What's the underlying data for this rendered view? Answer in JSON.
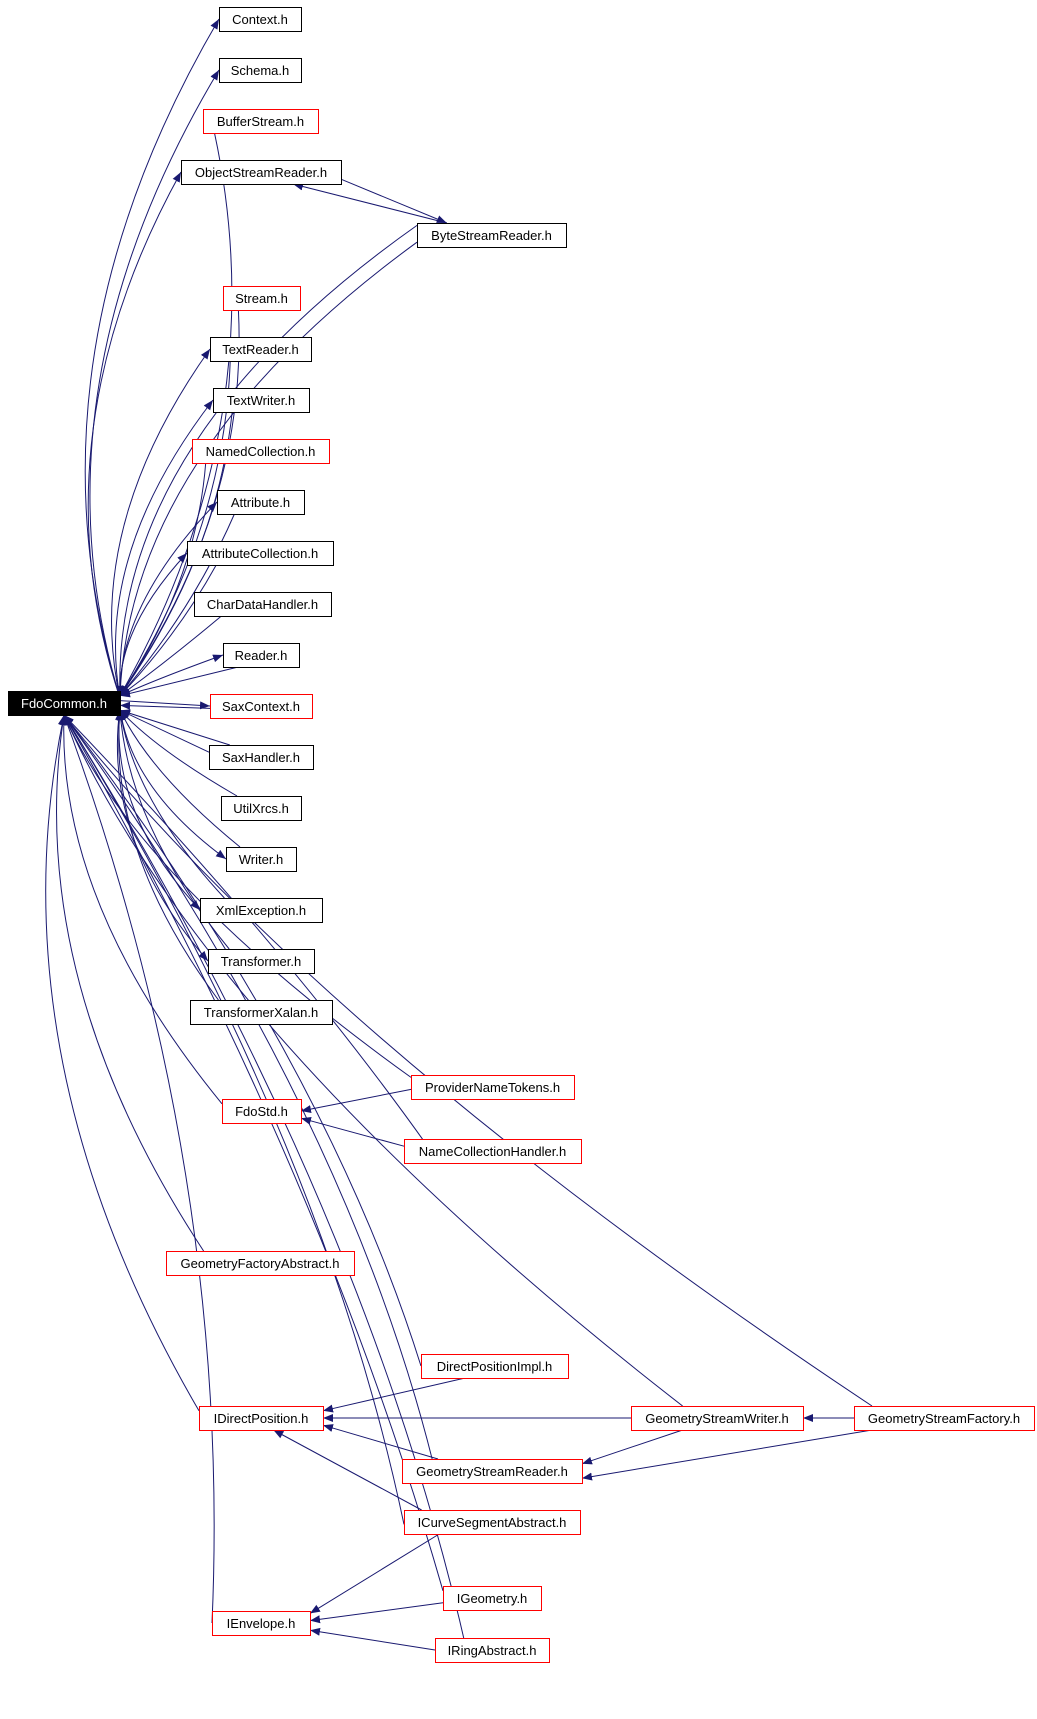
{
  "edge_color": "#191970",
  "border_colors": {
    "black": "#000000",
    "red": "#ff0000"
  },
  "nodes": [
    {
      "id": "fdocommon",
      "label": "FdoCommon.h",
      "style": "root"
    },
    {
      "id": "context",
      "label": "Context.h",
      "style": "black"
    },
    {
      "id": "schema",
      "label": "Schema.h",
      "style": "black"
    },
    {
      "id": "bufferstream",
      "label": "BufferStream.h",
      "style": "red"
    },
    {
      "id": "objectstreamreader",
      "label": "ObjectStreamReader.h",
      "style": "black"
    },
    {
      "id": "bytestreamreader",
      "label": "ByteStreamReader.h",
      "style": "black"
    },
    {
      "id": "stream",
      "label": "Stream.h",
      "style": "red"
    },
    {
      "id": "textreader",
      "label": "TextReader.h",
      "style": "black"
    },
    {
      "id": "textwriter",
      "label": "TextWriter.h",
      "style": "black"
    },
    {
      "id": "namedcollection",
      "label": "NamedCollection.h",
      "style": "red"
    },
    {
      "id": "attribute",
      "label": "Attribute.h",
      "style": "black"
    },
    {
      "id": "attributecollection",
      "label": "AttributeCollection.h",
      "style": "black"
    },
    {
      "id": "chardatahandler",
      "label": "CharDataHandler.h",
      "style": "black"
    },
    {
      "id": "reader",
      "label": "Reader.h",
      "style": "black"
    },
    {
      "id": "saxcontext",
      "label": "SaxContext.h",
      "style": "red"
    },
    {
      "id": "saxhandler",
      "label": "SaxHandler.h",
      "style": "black"
    },
    {
      "id": "utilxrcs",
      "label": "UtilXrcs.h",
      "style": "black"
    },
    {
      "id": "writer",
      "label": "Writer.h",
      "style": "black"
    },
    {
      "id": "xmlexception",
      "label": "XmlException.h",
      "style": "black"
    },
    {
      "id": "transformer",
      "label": "Transformer.h",
      "style": "black"
    },
    {
      "id": "transformerxalan",
      "label": "TransformerXalan.h",
      "style": "black"
    },
    {
      "id": "providernametokens",
      "label": "ProviderNameTokens.h",
      "style": "red"
    },
    {
      "id": "fdostd",
      "label": "FdoStd.h",
      "style": "red"
    },
    {
      "id": "namecollectionhandler",
      "label": "NameCollectionHandler.h",
      "style": "red"
    },
    {
      "id": "geometryfactoryabstract",
      "label": "GeometryFactoryAbstract.h",
      "style": "red"
    },
    {
      "id": "directpositionimpl",
      "label": "DirectPositionImpl.h",
      "style": "red"
    },
    {
      "id": "idirectposition",
      "label": "IDirectPosition.h",
      "style": "red"
    },
    {
      "id": "geometrystreamwriter",
      "label": "GeometryStreamWriter.h",
      "style": "red"
    },
    {
      "id": "geometrystreamfactory",
      "label": "GeometryStreamFactory.h",
      "style": "red"
    },
    {
      "id": "geometrystreamreader",
      "label": "GeometryStreamReader.h",
      "style": "red"
    },
    {
      "id": "icurvesegmentabstract",
      "label": "ICurveSegmentAbstract.h",
      "style": "red"
    },
    {
      "id": "igeometry",
      "label": "IGeometry.h",
      "style": "red"
    },
    {
      "id": "ienvelope",
      "label": "IEnvelope.h",
      "style": "red"
    },
    {
      "id": "iringabstract",
      "label": "IRingAbstract.h",
      "style": "red"
    }
  ],
  "edges": [
    {
      "from": "fdocommon",
      "to": "context"
    },
    {
      "from": "fdocommon",
      "to": "schema"
    },
    {
      "from": "fdocommon",
      "to": "objectstreamreader"
    },
    {
      "from": "objectstreamreader",
      "to": "bytestreamreader"
    },
    {
      "from": "bytestreamreader",
      "to": "objectstreamreader"
    },
    {
      "from": "bytestreamreader",
      "to": "fdocommon"
    },
    {
      "from": "bytestreamreader",
      "to": "fdocommon"
    },
    {
      "from": "fdocommon",
      "to": "textreader"
    },
    {
      "from": "fdocommon",
      "to": "textwriter"
    },
    {
      "from": "fdocommon",
      "to": "attribute"
    },
    {
      "from": "fdocommon",
      "to": "attributecollection"
    },
    {
      "from": "fdocommon",
      "to": "reader"
    },
    {
      "from": "fdocommon",
      "to": "saxcontext"
    },
    {
      "from": "fdocommon",
      "to": "writer"
    },
    {
      "from": "fdocommon",
      "to": "xmlexception"
    },
    {
      "from": "fdocommon",
      "to": "transformer"
    },
    {
      "from": "bufferstream",
      "to": "fdocommon"
    },
    {
      "from": "stream",
      "to": "fdocommon"
    },
    {
      "from": "textreader",
      "to": "fdocommon"
    },
    {
      "from": "textwriter",
      "to": "fdocommon"
    },
    {
      "from": "namedcollection",
      "to": "fdocommon"
    },
    {
      "from": "attribute",
      "to": "fdocommon"
    },
    {
      "from": "attributecollection",
      "to": "fdocommon"
    },
    {
      "from": "chardatahandler",
      "to": "fdocommon"
    },
    {
      "from": "reader",
      "to": "fdocommon"
    },
    {
      "from": "saxcontext",
      "to": "fdocommon"
    },
    {
      "from": "saxhandler",
      "to": "fdocommon"
    },
    {
      "from": "saxhandler",
      "to": "fdocommon"
    },
    {
      "from": "utilxrcs",
      "to": "fdocommon"
    },
    {
      "from": "writer",
      "to": "fdocommon"
    },
    {
      "from": "xmlexception",
      "to": "fdocommon"
    },
    {
      "from": "transformer",
      "to": "fdocommon"
    },
    {
      "from": "transformerxalan",
      "to": "fdocommon"
    },
    {
      "from": "providernametokens",
      "to": "fdocommon"
    },
    {
      "from": "providernametokens",
      "to": "fdostd"
    },
    {
      "from": "fdostd",
      "to": "fdocommon"
    },
    {
      "from": "namecollectionhandler",
      "to": "fdostd"
    },
    {
      "from": "namecollectionhandler",
      "to": "fdocommon"
    },
    {
      "from": "geometryfactoryabstract",
      "to": "fdocommon"
    },
    {
      "from": "geometrystreamfactory",
      "to": "fdocommon"
    },
    {
      "from": "geometrystreamwriter",
      "to": "fdocommon"
    },
    {
      "from": "directpositionimpl",
      "to": "fdocommon"
    },
    {
      "from": "directpositionimpl",
      "to": "idirectposition"
    },
    {
      "from": "idirectposition",
      "to": "fdocommon"
    },
    {
      "from": "geometrystreamwriter",
      "to": "idirectposition"
    },
    {
      "from": "geometrystreamfactory",
      "to": "geometrystreamwriter"
    },
    {
      "from": "geometrystreamwriter",
      "to": "geometrystreamreader"
    },
    {
      "from": "geometrystreamfactory",
      "to": "geometrystreamreader"
    },
    {
      "from": "geometrystreamreader",
      "to": "idirectposition"
    },
    {
      "from": "geometrystreamreader",
      "to": "fdocommon"
    },
    {
      "from": "icurvesegmentabstract",
      "to": "idirectposition"
    },
    {
      "from": "icurvesegmentabstract",
      "to": "fdocommon"
    },
    {
      "from": "icurvesegmentabstract",
      "to": "ienvelope"
    },
    {
      "from": "igeometry",
      "to": "fdocommon"
    },
    {
      "from": "igeometry",
      "to": "ienvelope"
    },
    {
      "from": "ienvelope",
      "to": "fdocommon"
    },
    {
      "from": "iringabstract",
      "to": "ienvelope"
    },
    {
      "from": "iringabstract",
      "to": "fdocommon"
    }
  ]
}
